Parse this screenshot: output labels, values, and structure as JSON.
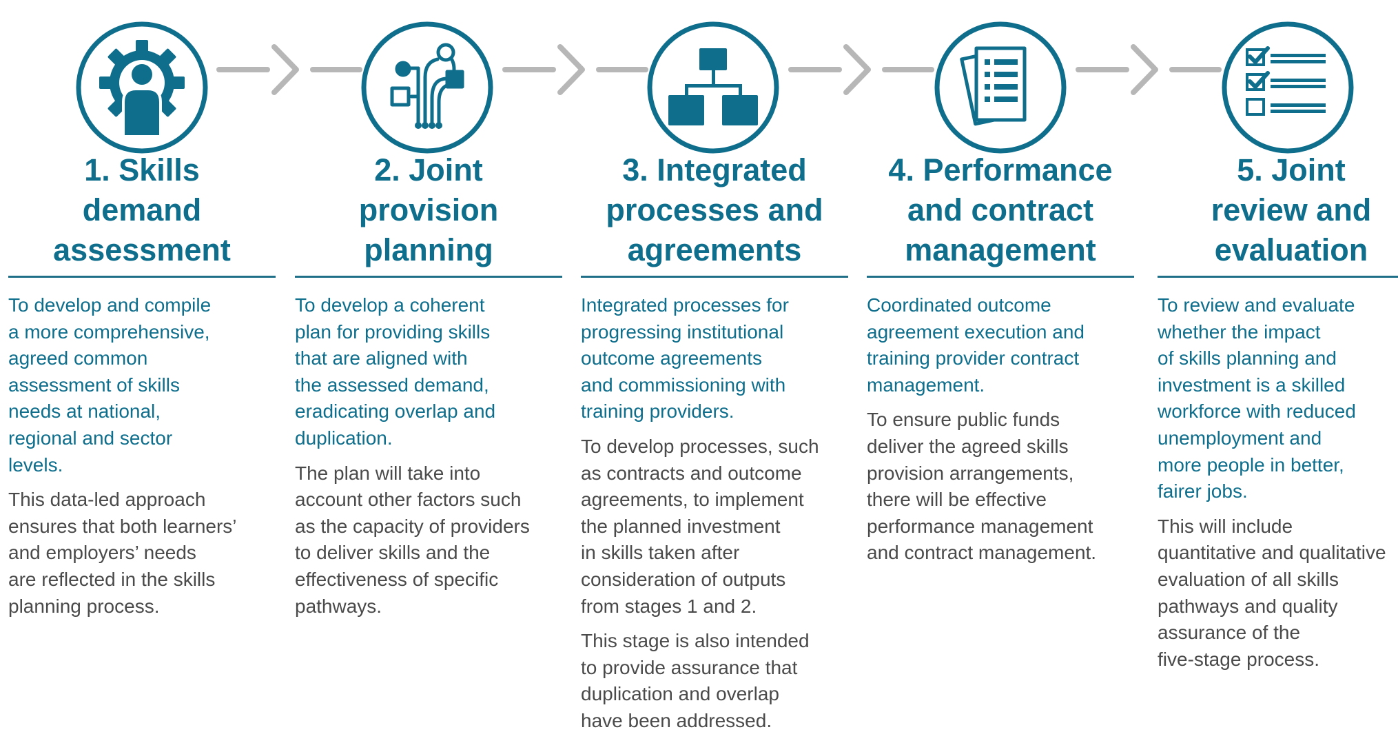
{
  "colors": {
    "accent": "#0e6e8c",
    "rule": "#1f6f88",
    "body_text": "#4a4a4a",
    "connector": "#b7b7b7"
  },
  "stages": [
    {
      "icon": "person-gear-icon",
      "title_lines": [
        "1. Skills",
        "demand",
        "assessment"
      ],
      "lead_lines": [
        "To develop and compile",
        "a more comprehensive,",
        "agreed common",
        "assessment of skills",
        "needs at national,",
        "regional and sector",
        "levels."
      ],
      "paragraphs": [
        [
          "This data-led approach",
          "ensures that both learners’",
          "and employers’ needs",
          "are reflected in the skills",
          "planning process."
        ]
      ]
    },
    {
      "icon": "circuit-nodes-icon",
      "title_lines": [
        "2. Joint",
        "provision",
        "planning"
      ],
      "lead_lines": [
        "To develop a coherent",
        "plan for providing skills",
        "that are aligned with",
        "the assessed demand,",
        "eradicating overlap and",
        "duplication."
      ],
      "paragraphs": [
        [
          "The plan will take into",
          "account other factors such",
          "as the capacity of providers",
          "to deliver skills and the",
          "effectiveness of specific",
          "pathways."
        ]
      ]
    },
    {
      "icon": "hierarchy-chart-icon",
      "title_lines": [
        "3. Integrated",
        "processes and",
        "agreements"
      ],
      "lead_lines": [
        "Integrated processes for",
        "progressing institutional",
        "outcome agreements",
        "and commissioning with",
        "training providers."
      ],
      "paragraphs": [
        [
          "To develop processes, such",
          "as contracts and outcome",
          "agreements, to implement",
          "the planned investment",
          "in skills taken after",
          "consideration of outputs",
          "from stages 1 and 2."
        ],
        [
          "This stage is also intended",
          "to provide assurance that",
          "duplication and overlap",
          "have been addressed."
        ]
      ]
    },
    {
      "icon": "document-list-icon",
      "title_lines": [
        "4. Performance",
        "and contract",
        "management"
      ],
      "lead_lines": [
        "Coordinated outcome",
        "agreement execution and",
        "training provider contract",
        "management."
      ],
      "paragraphs": [
        [
          "To ensure public funds",
          "deliver the agreed skills",
          "provision arrangements,",
          "there will be effective",
          "performance management",
          "and contract management."
        ]
      ]
    },
    {
      "icon": "checklist-icon",
      "title_lines": [
        "5. Joint",
        "review and",
        "evaluation"
      ],
      "lead_lines": [
        "To review and evaluate",
        "whether the impact",
        "of skills planning and",
        "investment is a skilled",
        "workforce with reduced",
        "unemployment and",
        "more people in better,",
        "fairer jobs."
      ],
      "paragraphs": [
        [
          "This will include",
          "quantitative and qualitative",
          "evaluation of all skills",
          "pathways and quality",
          "assurance of the",
          "five-stage process."
        ]
      ]
    }
  ]
}
